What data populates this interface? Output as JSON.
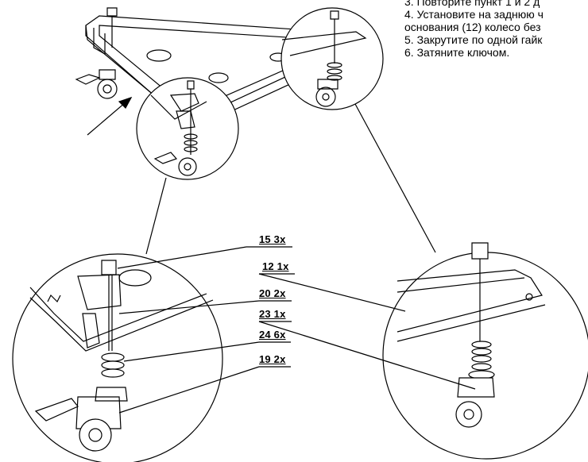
{
  "instructions": [
    "3. Повторите пункт 1 и 2 д",
    "4. Установите на заднюю ч",
    "основания (12) колесо без",
    "5. Закрутите по одной гайк",
    "6. Затяните ключом."
  ],
  "callouts": [
    {
      "id": "15",
      "label": "15 3x"
    },
    {
      "id": "12",
      "label": "12 1x"
    },
    {
      "id": "20",
      "label": "20 2x"
    },
    {
      "id": "23",
      "label": "23 1x"
    },
    {
      "id": "24",
      "label": "24 6x"
    },
    {
      "id": "19",
      "label": "19 2x"
    }
  ]
}
